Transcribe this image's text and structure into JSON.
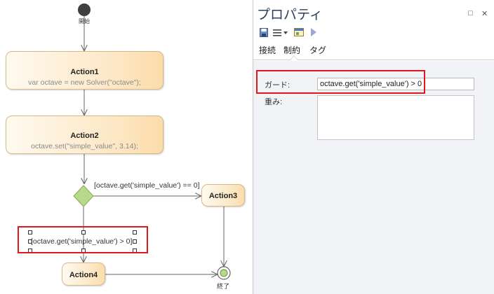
{
  "diagram": {
    "start_label": "開始",
    "end_label": "終了",
    "actions": [
      {
        "name": "Action1",
        "code": "var octave = new Solver(\"octave\");"
      },
      {
        "name": "Action2",
        "code": "octave.set(\"simple_value\", 3.14);"
      },
      {
        "name": "Action3",
        "code": ""
      },
      {
        "name": "Action4",
        "code": ""
      }
    ],
    "guard_main": "[octave.get('simple_value') == 0]",
    "guard_selected": "[octave.get('simple_value') > 0]"
  },
  "panel": {
    "title": "プロパティ",
    "buttons": {
      "maximize": "□",
      "close": "✕"
    },
    "tabs": [
      {
        "label": "接続",
        "active": false
      },
      {
        "label": "制約",
        "active": true
      },
      {
        "label": "タグ",
        "active": false
      }
    ],
    "guard_label": "ガード:",
    "guard_value": "octave.get('simple_value') > 0",
    "weight_label": "重み:",
    "weight_value": ""
  },
  "colors": {
    "highlight": "#e0191f",
    "action_fill": "#fde7c4",
    "decision_fill": "#b6d98a",
    "title_color": "#2e3e5c"
  }
}
